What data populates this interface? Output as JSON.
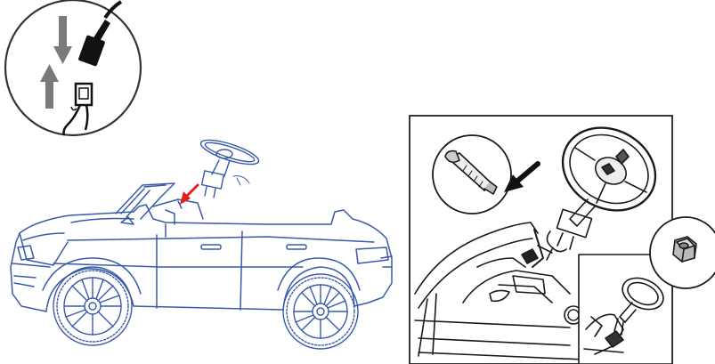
{
  "figure": {
    "panels": [
      {
        "name": "connector-detail",
        "shows": "plug-and-socket-connection-icon"
      },
      {
        "name": "car-overview",
        "shows": "ride-on-car-with-steering-wheel-being-lowered"
      },
      {
        "name": "steering-fastening-detail",
        "shows": "bolt-and-nut-fastening"
      }
    ],
    "colors": {
      "car_line": "#3a5aa8",
      "outline": "#1a1a1a",
      "arrow_gray": "#7a7a7a",
      "arrow_red": "#e0201b",
      "arrow_black": "#111111"
    }
  }
}
